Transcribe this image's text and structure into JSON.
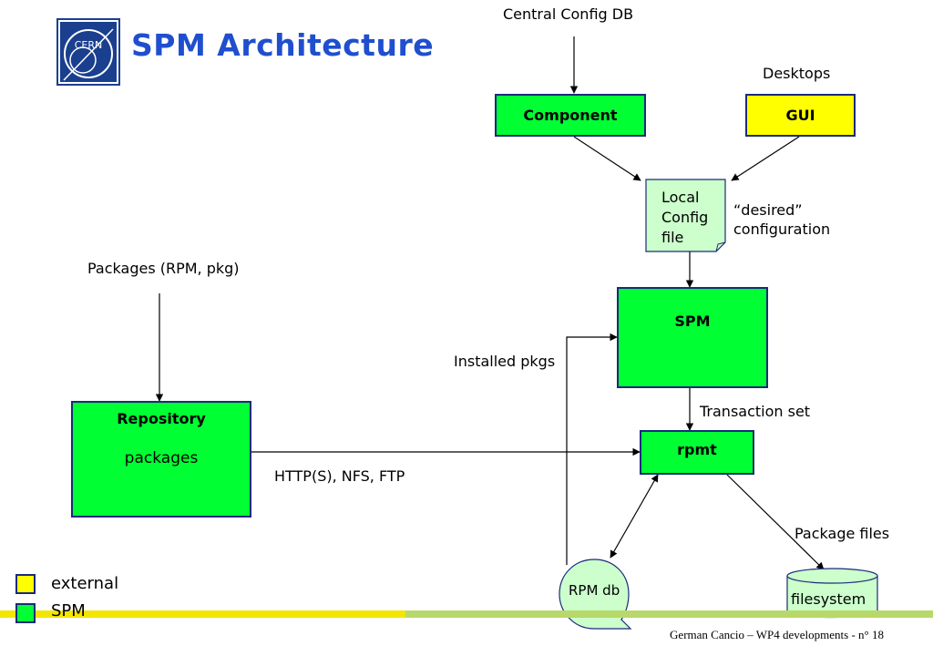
{
  "title": "SPM Architecture",
  "logo_text": "CERN",
  "labels": {
    "central_config_db": "Central Config DB",
    "desktops": "Desktops",
    "desired_configuration_line1": "“desired”",
    "desired_configuration_line2": "configuration",
    "packages_source": "Packages (RPM, pkg)",
    "installed_pkgs": "Installed pkgs",
    "transaction_set": "Transaction set",
    "http_protocols": "HTTP(S), NFS, FTP",
    "package_files": "Package files"
  },
  "nodes": {
    "component": "Component",
    "gui": "GUI",
    "local_config_line1": "Local",
    "local_config_line2": "Config",
    "local_config_line3": "file",
    "spm": "SPM",
    "repository_title": "Repository",
    "repository_sub": "packages",
    "rpmt": "rpmt",
    "rpm_db": "RPM db",
    "filesystem": "filesystem"
  },
  "legend": [
    {
      "label": "external",
      "color": "#ffff00"
    },
    {
      "label": "SPM",
      "color": "#00ff33"
    }
  ],
  "footer": "German Cancio – WP4 developments - n° 18",
  "colors": {
    "title": "#1f4fcf",
    "spm_component": "#00ff33",
    "external_component": "#ffff00",
    "note": "#ccffcc",
    "border": "#1a2a7a",
    "footer_bar_yellow": "#f2e600",
    "footer_bar_green": "#b8d86a"
  }
}
